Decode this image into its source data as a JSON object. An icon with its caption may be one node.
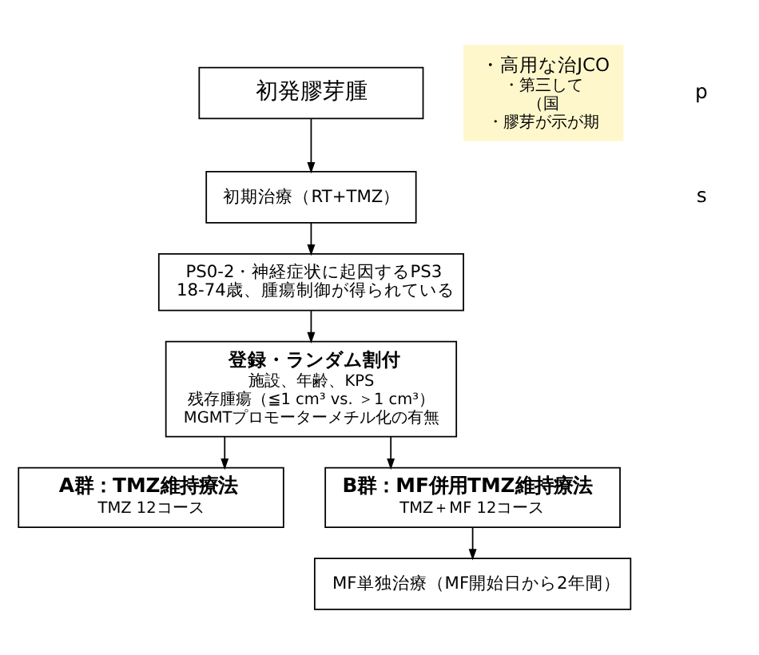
{
  "diagram": {
    "nodes": [
      {
        "text": [
          "初発膠芽腫"
        ]
      },
      {
        "text": [
          "初期治療（RT+TMZ）"
        ]
      },
      {
        "text": [
          "PS0-2・神経症状に起因するPS3 18-74歳、腫瘍制御が得られている"
        ]
      },
      {
        "text": [
          "登録・ランダム割付",
          "施設、年齢、KPS",
          "残存腫瘍（≦1 cm³ vs. ＞1 cm³）",
          "MGMTプロモーターメチル化の有無"
        ]
      },
      {
        "text": [
          "A群：TMZ維持療法",
          "TMZ 12コース"
        ]
      },
      {
        "text": [
          "B群：MF併用TMZ維持療法",
          "TMZ＋MF 12コース"
        ]
      },
      {
        "text": [
          "MF単独治療（MF開始日から2年間）"
        ]
      },
      {
        "text": [
          "・高用な治JCO",
          "・第三して",
          "（国",
          "・膠芽が示が期"
        ]
      }
    ],
    "edges": [
      {
        "from": 0,
        "to": 1,
        "arrow": "to"
      },
      {
        "from": 1,
        "to": 2,
        "arrow": "to"
      },
      {
        "from": 2,
        "to": 3,
        "arrow": "to"
      },
      {
        "from": 3,
        "to": 4,
        "arrow": "to"
      },
      {
        "from": 3,
        "to": 5,
        "arrow": "to"
      },
      {
        "from": 5,
        "to": 6,
        "arrow": "to"
      }
    ],
    "labels": [
      "p",
      "s"
    ]
  }
}
